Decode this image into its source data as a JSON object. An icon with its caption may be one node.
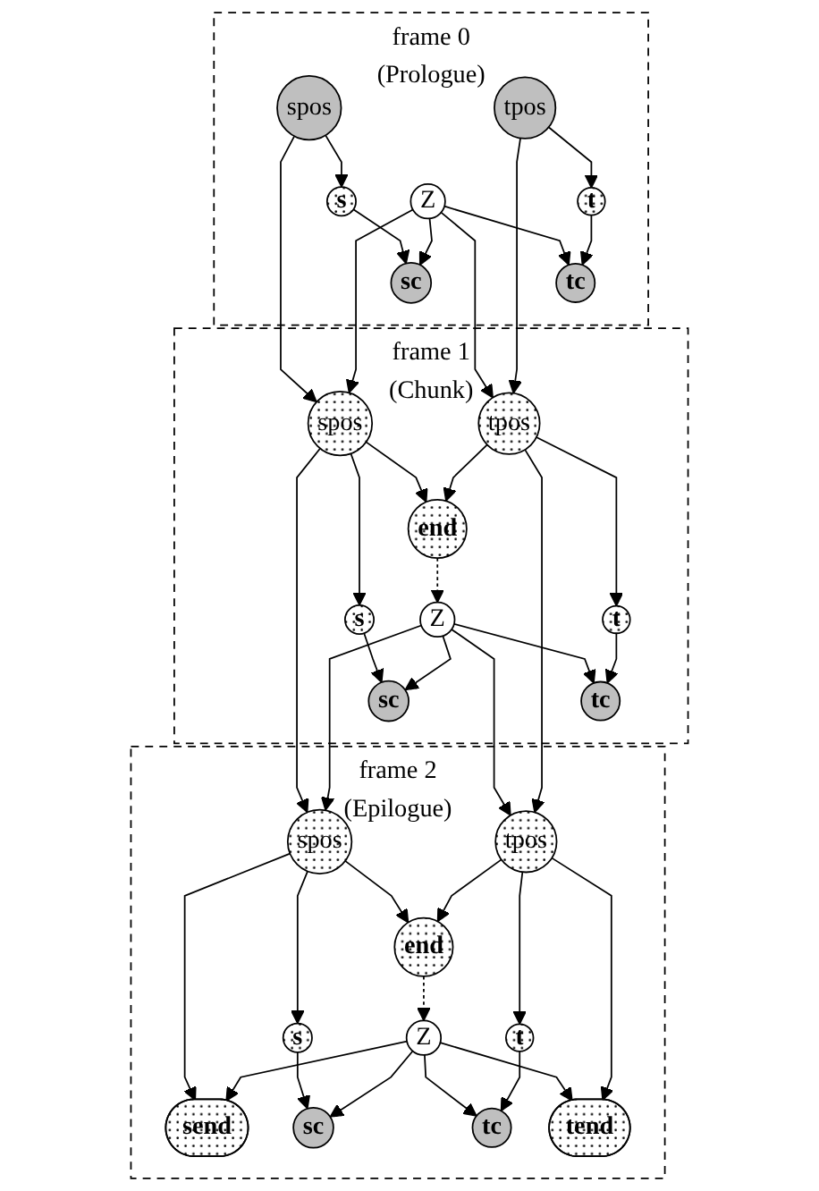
{
  "diagram": {
    "nodes": [
      {
        "text": [
          "frame 0",
          "(Prologue)"
        ]
      },
      {
        "text": [
          "spos"
        ],
        "in": 0
      },
      {
        "text": [
          "s"
        ],
        "in": 0
      },
      {
        "text": [
          "sc"
        ],
        "in": 0
      },
      {
        "text": [
          "Z"
        ],
        "in": 0
      },
      {
        "text": [
          "tc"
        ],
        "in": 0
      },
      {
        "text": [
          "t"
        ],
        "in": 0
      },
      {
        "text": [
          "tpos"
        ],
        "in": 0
      },
      {
        "text": [
          "frame 1",
          "(Chunk)"
        ]
      },
      {
        "text": [
          "spos"
        ],
        "in": 8
      },
      {
        "text": [
          "s"
        ],
        "in": 8
      },
      {
        "text": [
          "sc"
        ],
        "in": 8
      },
      {
        "text": [
          "end"
        ],
        "in": 8
      },
      {
        "text": [
          "Z"
        ],
        "in": 8
      },
      {
        "text": [
          "tc"
        ],
        "in": 8
      },
      {
        "text": [
          "t"
        ],
        "in": 8
      },
      {
        "text": [
          "tpos"
        ],
        "in": 8
      },
      {
        "text": [
          "frame 2",
          "(Epilogue)"
        ]
      },
      {
        "text": [
          "spos"
        ],
        "in": 17
      },
      {
        "text": [
          "s"
        ],
        "in": 17
      },
      {
        "text": [
          "send"
        ],
        "in": 17
      },
      {
        "text": [
          "sc"
        ],
        "in": 17
      },
      {
        "text": [
          "end"
        ],
        "in": 17
      },
      {
        "text": [
          "Z"
        ],
        "in": 17
      },
      {
        "text": [
          "tc"
        ],
        "in": 17
      },
      {
        "text": [
          "tend"
        ],
        "in": 17
      },
      {
        "text": [
          "t"
        ],
        "in": 17
      },
      {
        "text": [
          "tpos"
        ],
        "in": 17
      }
    ],
    "edges": [
      {
        "from": 1,
        "to": 2,
        "arrow": "to"
      },
      {
        "from": 2,
        "to": 3,
        "arrow": "to"
      },
      {
        "from": 4,
        "to": 3,
        "arrow": "to"
      },
      {
        "from": 4,
        "to": 5,
        "arrow": "to"
      },
      {
        "from": 6,
        "to": 5,
        "arrow": "to"
      },
      {
        "from": 7,
        "to": 6,
        "arrow": "to"
      },
      {
        "from": 1,
        "to": 9,
        "arrow": "to"
      },
      {
        "from": 4,
        "to": 9,
        "arrow": "to"
      },
      {
        "from": 4,
        "to": 16,
        "arrow": "to"
      },
      {
        "from": 7,
        "to": 16,
        "arrow": "to"
      },
      {
        "from": 9,
        "to": 10,
        "arrow": "to"
      },
      {
        "from": 10,
        "to": 11,
        "arrow": "to"
      },
      {
        "from": 9,
        "to": 12,
        "arrow": "to"
      },
      {
        "from": 12,
        "to": 13,
        "arrow": "to",
        "style": "dashed"
      },
      {
        "from": 13,
        "to": 11,
        "arrow": "to"
      },
      {
        "from": 13,
        "to": 14,
        "arrow": "to"
      },
      {
        "from": 15,
        "to": 14,
        "arrow": "to"
      },
      {
        "from": 16,
        "to": 15,
        "arrow": "to"
      },
      {
        "from": 16,
        "to": 12,
        "arrow": "to"
      },
      {
        "from": 9,
        "to": 18,
        "arrow": "to"
      },
      {
        "from": 13,
        "to": 18,
        "arrow": "to"
      },
      {
        "from": 13,
        "to": 27,
        "arrow": "to"
      },
      {
        "from": 16,
        "to": 27,
        "arrow": "to"
      },
      {
        "from": 18,
        "to": 19,
        "arrow": "to"
      },
      {
        "from": 18,
        "to": 20,
        "arrow": "to"
      },
      {
        "from": 19,
        "to": 21,
        "arrow": "to"
      },
      {
        "from": 18,
        "to": 22,
        "arrow": "to"
      },
      {
        "from": 22,
        "to": 23,
        "arrow": "to",
        "style": "dashed"
      },
      {
        "from": 23,
        "to": 21,
        "arrow": "to"
      },
      {
        "from": 23,
        "to": 20,
        "arrow": "to"
      },
      {
        "from": 23,
        "to": 24,
        "arrow": "to"
      },
      {
        "from": 26,
        "to": 24,
        "arrow": "to"
      },
      {
        "from": 27,
        "to": 26,
        "arrow": "to"
      },
      {
        "from": 23,
        "to": 25,
        "arrow": "to"
      },
      {
        "from": 27,
        "to": 25,
        "arrow": "to"
      },
      {
        "from": 27,
        "to": 22,
        "arrow": "to"
      }
    ]
  }
}
